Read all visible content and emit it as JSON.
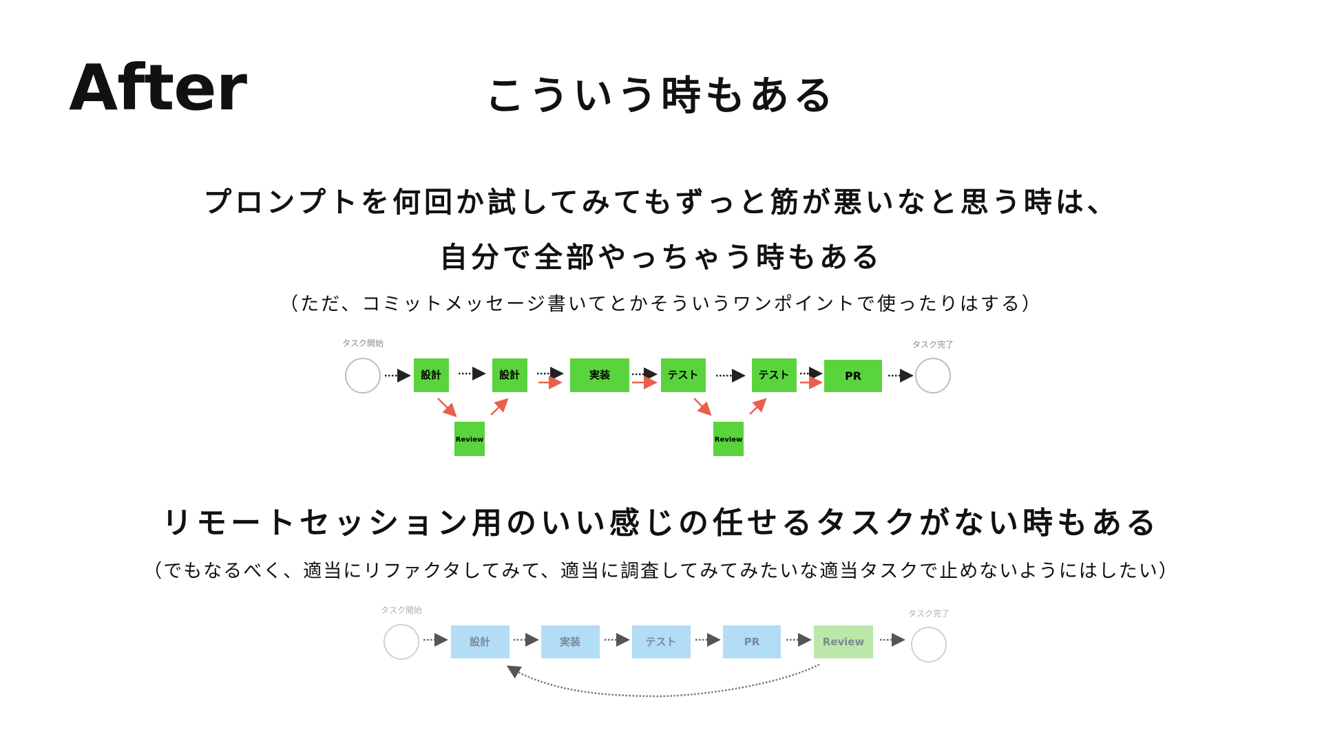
{
  "slide": {
    "label": "After",
    "title": "こういう時もある"
  },
  "section1": {
    "heading_line1": "プロンプトを何回か試してみてもずっと筋が悪いなと思う時は、",
    "heading_line2": "自分で全部やっちゃう時もある",
    "note": "（ただ、コミットメッセージ書いてとかそういうワンポイントで使ったりはする）",
    "diagram": {
      "start_label": "タスク開始",
      "end_label": "タスク完了",
      "nodes": [
        "設計",
        "設計",
        "実装",
        "テスト",
        "テスト",
        "PR"
      ],
      "review_nodes": [
        "Review",
        "Review"
      ],
      "colors": {
        "box": "#5ad43c",
        "arrow_red": "#e8604c",
        "arrow_dotted": "#222222"
      }
    }
  },
  "section2": {
    "heading": "リモートセッション用のいい感じの任せるタスクがない時もある",
    "note": "（でもなるべく、適当にリファクタしてみて、適当に調査してみてみたいな適当タスクで止めないようにはしたい）",
    "diagram": {
      "start_label": "タスク開始",
      "end_label": "タスク完了",
      "nodes": [
        "設計",
        "実装",
        "テスト",
        "PR",
        "Review"
      ],
      "colors": {
        "box_blue": "#b3dcf7",
        "box_green": "#bde7a8",
        "text": "#7a8a96"
      }
    }
  }
}
